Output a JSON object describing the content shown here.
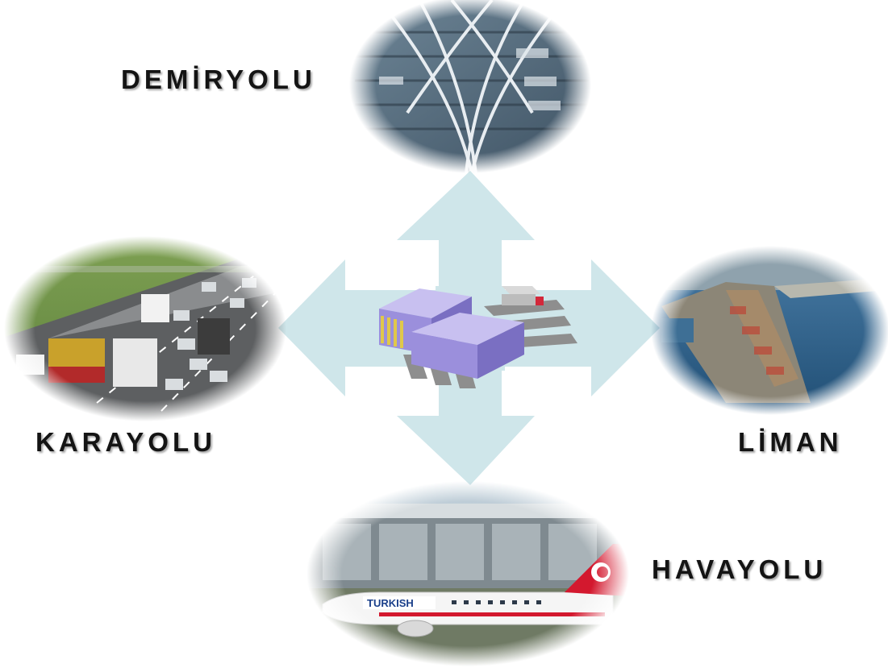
{
  "diagram": {
    "labels": {
      "rail": "DEMİRYOLU",
      "road": "KARAYOLU",
      "port": "LİMAN",
      "air": "HAVAYOLU"
    },
    "airline_logo_text": "TURKISH",
    "colors": {
      "arrow_fill": "#cfe6ea",
      "hub_purple": "#9b8fdc",
      "label_text": "#141414",
      "tail_red": "#d3182e",
      "sea_blue": "#2c5f87"
    },
    "icons": {
      "hub": "logistics-warehouse-icon",
      "rail": "railway-tracks-photo",
      "road": "highway-traffic-photo",
      "port": "seaport-aerial-photo",
      "air": "airport-airplane-photo"
    }
  }
}
